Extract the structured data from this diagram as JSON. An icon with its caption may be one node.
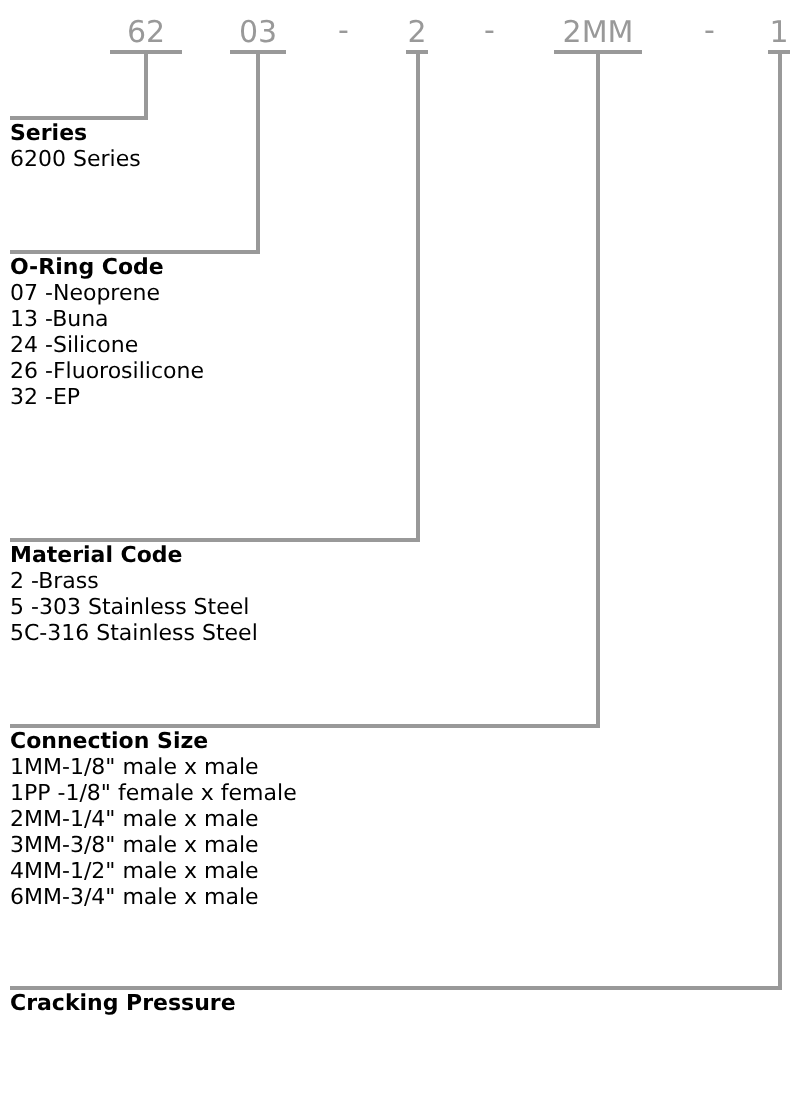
{
  "diagram": {
    "nodes": [
      {
        "text": [
          "62"
        ]
      },
      {
        "text": [
          "03"
        ]
      },
      {
        "text": [
          "2"
        ]
      },
      {
        "text": [
          "2MM"
        ]
      },
      {
        "text": [
          "1"
        ]
      },
      {
        "text": [
          "Series",
          "6200 Series"
        ]
      },
      {
        "text": [
          "O-Ring Code",
          "07 -Neoprene",
          "13 -Buna",
          "24 -Silicone",
          "26 -Fluorosilicone",
          "32 -EP"
        ]
      },
      {
        "text": [
          "Material Code",
          "2 -Brass",
          "5 -303 Stainless Steel",
          "5C-316 Stainless Steel"
        ]
      },
      {
        "text": [
          "Connection Size",
          "1MM-1/8\" male x male",
          "1PP -1/8\" female x female",
          "2MM-1/4\" male x male",
          "3MM-3/8\" male x male",
          "4MM-1/2\" male x male",
          "6MM-3/4\" male x male"
        ]
      },
      {
        "text": [
          "Cracking Pressure"
        ]
      }
    ],
    "edges": [
      {
        "from": 0,
        "to": 5,
        "arrow": "none"
      },
      {
        "from": 1,
        "to": 6,
        "arrow": "none"
      },
      {
        "from": 2,
        "to": 7,
        "arrow": "none"
      },
      {
        "from": 3,
        "to": 8,
        "arrow": "none"
      },
      {
        "from": 4,
        "to": 9,
        "arrow": "none"
      }
    ],
    "labels": [
      "-",
      "-",
      "-"
    ]
  }
}
